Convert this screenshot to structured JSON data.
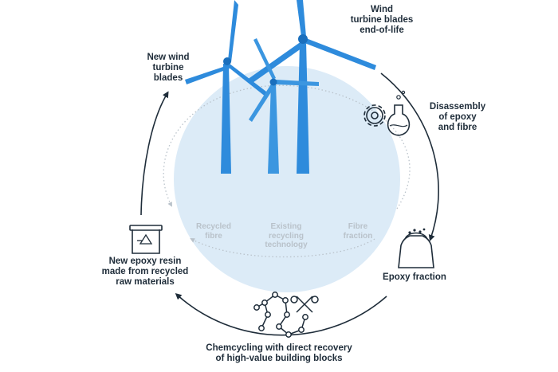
{
  "labels": {
    "new_blades": "New wind\nturbine\nblades",
    "end_of_life": "Wind\nturbine blades\nend-of-life",
    "disassembly": "Disassembly\nof epoxy\nand fibre",
    "epoxy_fraction": "Epoxy fraction",
    "chemcycling": "Chemcycling with direct recovery\nof high-value building blocks",
    "new_resin": "New epoxy resin\nmade from recycled\nraw materials"
  },
  "existing": {
    "recycled_fibre": "Recycled\nfibre",
    "existing_tech": "Existing\nrecycling\ntechnology",
    "fibre_fraction": "Fibre\nfraction"
  },
  "colors": {
    "blue": "#2e8bdc",
    "blue_dark": "#1a6fbd",
    "disc": "#dcebf7",
    "ink": "#1f2d3a",
    "gray": "#b9c2ca"
  }
}
